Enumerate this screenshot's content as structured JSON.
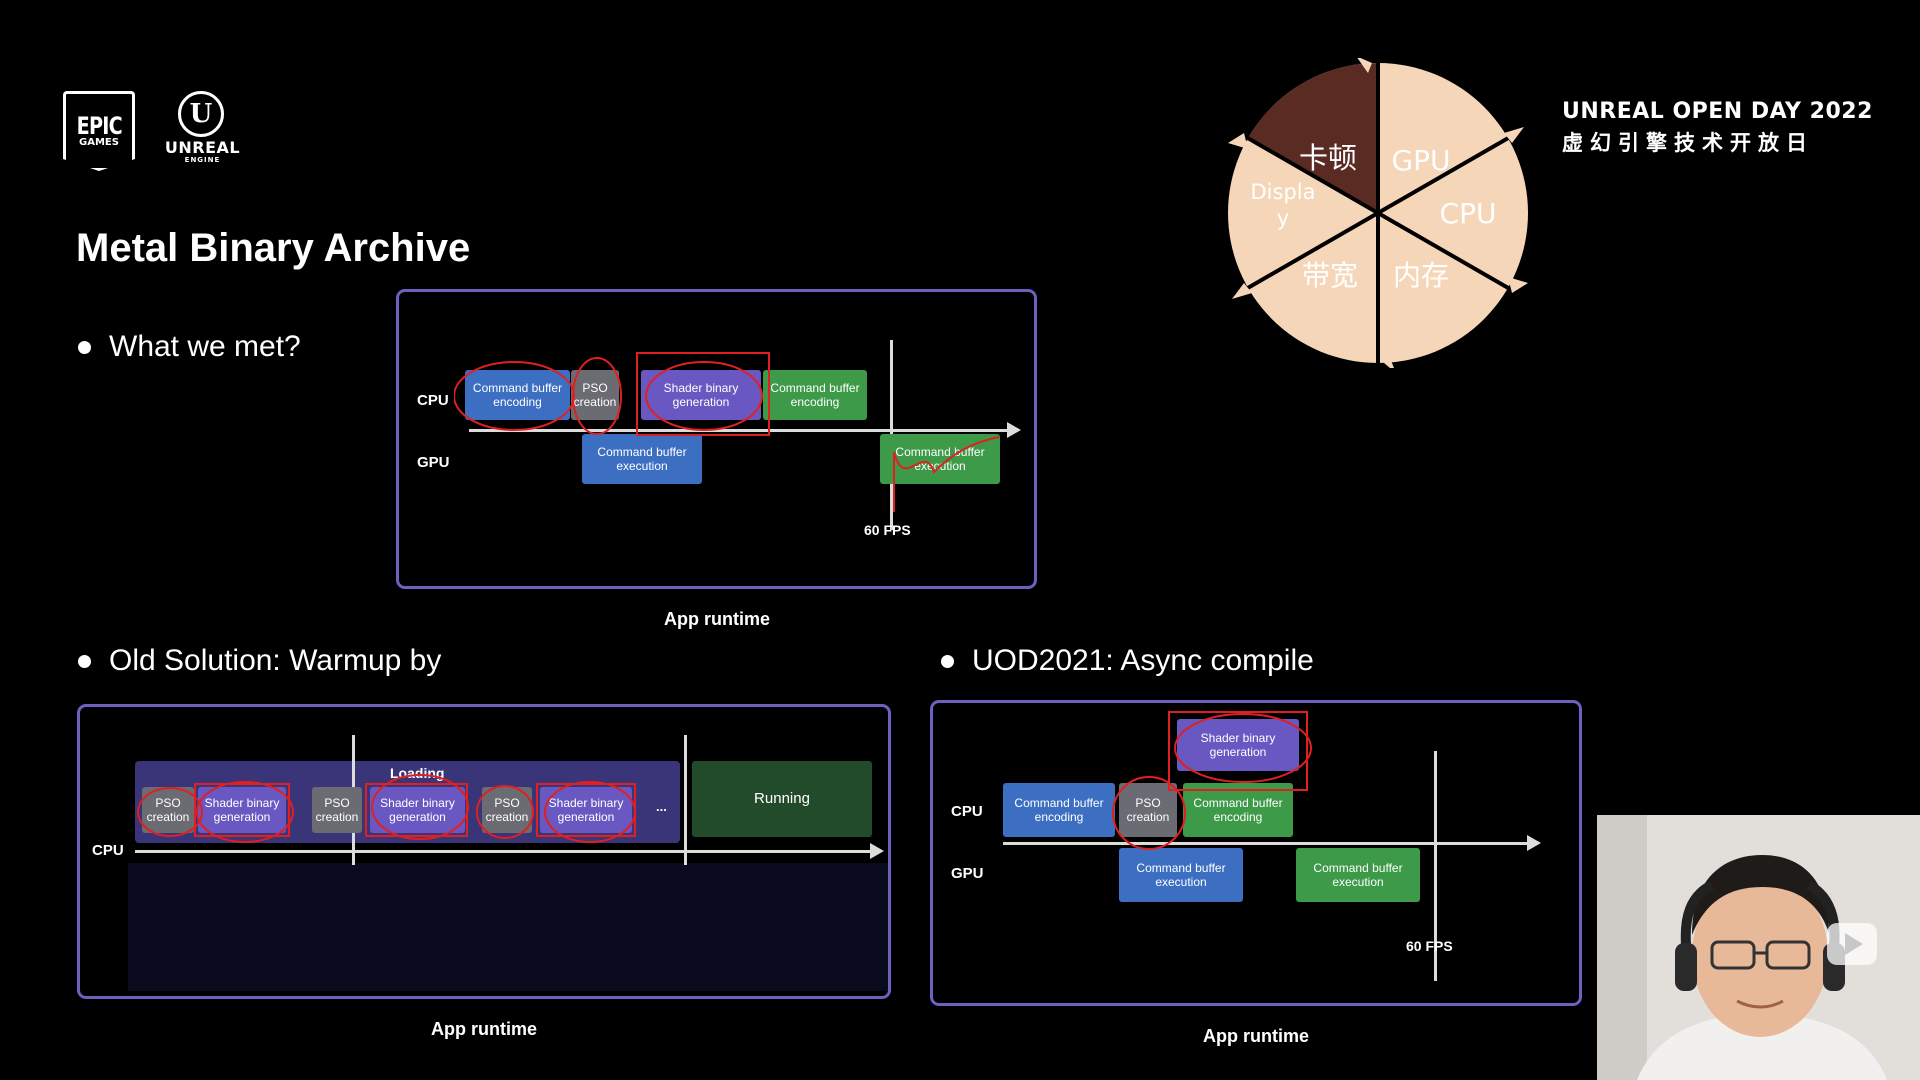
{
  "logos": {
    "epic_line1": "EPIC",
    "epic_line2": "GAMES",
    "unreal_mark": "U",
    "unreal_text": "UNREAL",
    "unreal_sub": "ENGINE"
  },
  "event": {
    "title": "UNREAL OPEN DAY 2022",
    "subtitle": "虚幻引擎技术开放日"
  },
  "wheel": {
    "segments": [
      "卡顿",
      "GPU",
      "CPU",
      "内存",
      "带宽",
      "Displa\ny"
    ],
    "colors": {
      "light": "#f6d6b8",
      "highlight": "#5a2b22",
      "dark_text": "#5a2b22",
      "light_text": "#ffffff"
    }
  },
  "slide": {
    "title": "Metal Binary Archive",
    "bullet1": "What we met?",
    "bullet2": "Old Solution: Warmup by",
    "bullet3": "UOD2021: Async compile"
  },
  "diagram1": {
    "cpu_label": "CPU",
    "gpu_label": "GPU",
    "cpu_blocks": [
      "Command buffer\nencoding",
      "PSO\ncreation",
      "Shader binary\ngeneration",
      "Command buffer\nencoding"
    ],
    "gpu_blocks": [
      "Command buffer\nexecution",
      "Command buffer\nexecution"
    ],
    "marker": "60 FPS",
    "caption": "App runtime"
  },
  "diagram2": {
    "cpu_label": "CPU",
    "loading_label": "Loading",
    "blocks": [
      "PSO\ncreation",
      "Shader binary\ngeneration",
      "PSO\ncreation",
      "Shader binary\ngeneration",
      "PSO\ncreation",
      "Shader binary\ngeneration"
    ],
    "ellipsis": "...",
    "running_label": "Running",
    "caption": "App runtime"
  },
  "diagram3": {
    "cpu_label": "CPU",
    "gpu_label": "GPU",
    "top_block": "Shader binary\ngeneration",
    "cpu_blocks": [
      "Command buffer\nencoding",
      "PSO\ncreation",
      "Command buffer\nencoding"
    ],
    "gpu_blocks": [
      "Command buffer\nexecution",
      "Command buffer\nexecution"
    ],
    "marker": "60 FPS",
    "caption": "App runtime"
  },
  "colors": {
    "panel_border": "#6f5fbf",
    "annotation_red": "#e02020",
    "block_blue": "#3c6fc2",
    "block_green": "#3c9a48",
    "block_purple": "#6a58c2"
  }
}
